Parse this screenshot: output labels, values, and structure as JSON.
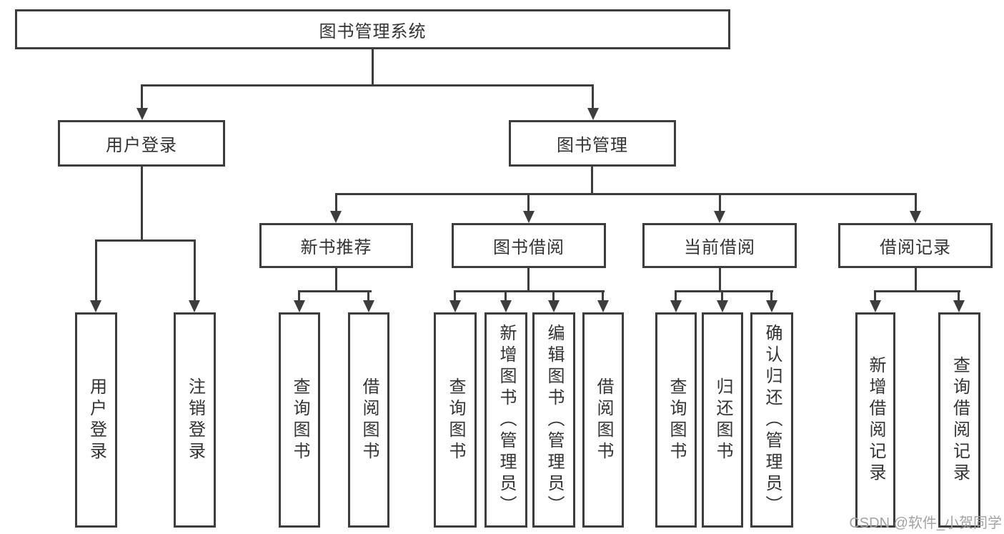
{
  "root": {
    "label": "图书管理系统"
  },
  "level2": [
    {
      "label": "用户登录"
    },
    {
      "label": "图书管理"
    }
  ],
  "level3": [
    {
      "label": "新书推荐"
    },
    {
      "label": "图书借阅"
    },
    {
      "label": "当前借阅"
    },
    {
      "label": "借阅记录"
    }
  ],
  "leaves": {
    "user_login": [
      "用户登录",
      "注销登录"
    ],
    "new_book_recommend": [
      "查询图书",
      "借阅图书"
    ],
    "book_borrow": [
      "查询图书",
      "新增图书（管理员）",
      "编辑图书（管理员）",
      "借阅图书"
    ],
    "current_borrow": [
      "查询图书",
      "归还图书",
      "确认归还（管理员）"
    ],
    "borrow_records": [
      "新增借阅记录",
      "查询借阅记录"
    ]
  },
  "watermark": "CSDN @软件_小贺同学",
  "colors": {
    "line": "#3d3d3d",
    "text": "#333333",
    "watermark": "#a3a3a3",
    "background": "#ffffff"
  }
}
